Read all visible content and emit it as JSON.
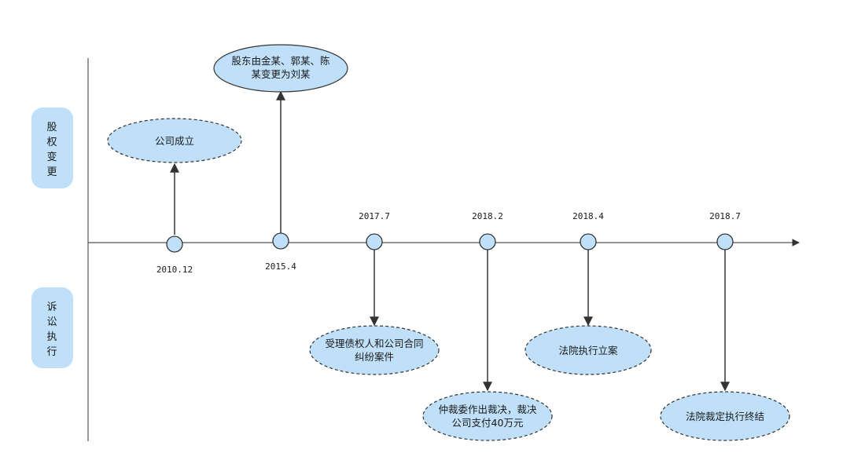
{
  "lanes": {
    "equity": [
      "股",
      "权",
      "变",
      "更"
    ],
    "litigation": [
      "诉",
      "讼",
      "执",
      "行"
    ]
  },
  "colors": {
    "fill": "#bfe0f8",
    "stroke": "#333333",
    "line": "#555555"
  },
  "milestones": [
    {
      "date": "2010.12",
      "lines": [
        "公司成立"
      ]
    },
    {
      "date": "2015.4",
      "lines": [
        "股东由金某、郭某、陈",
        "某变更为刘某"
      ]
    },
    {
      "date": "2017.7",
      "lines": [
        "受理债权人和公司合同",
        "纠纷案件"
      ]
    },
    {
      "date": "2018.2",
      "lines": [
        "仲裁委作出裁决，裁决",
        "公司支付40万元"
      ]
    },
    {
      "date": "2018.4",
      "lines": [
        "法院执行立案"
      ]
    },
    {
      "date": "2018.7",
      "lines": [
        "法院裁定执行终结"
      ]
    }
  ]
}
